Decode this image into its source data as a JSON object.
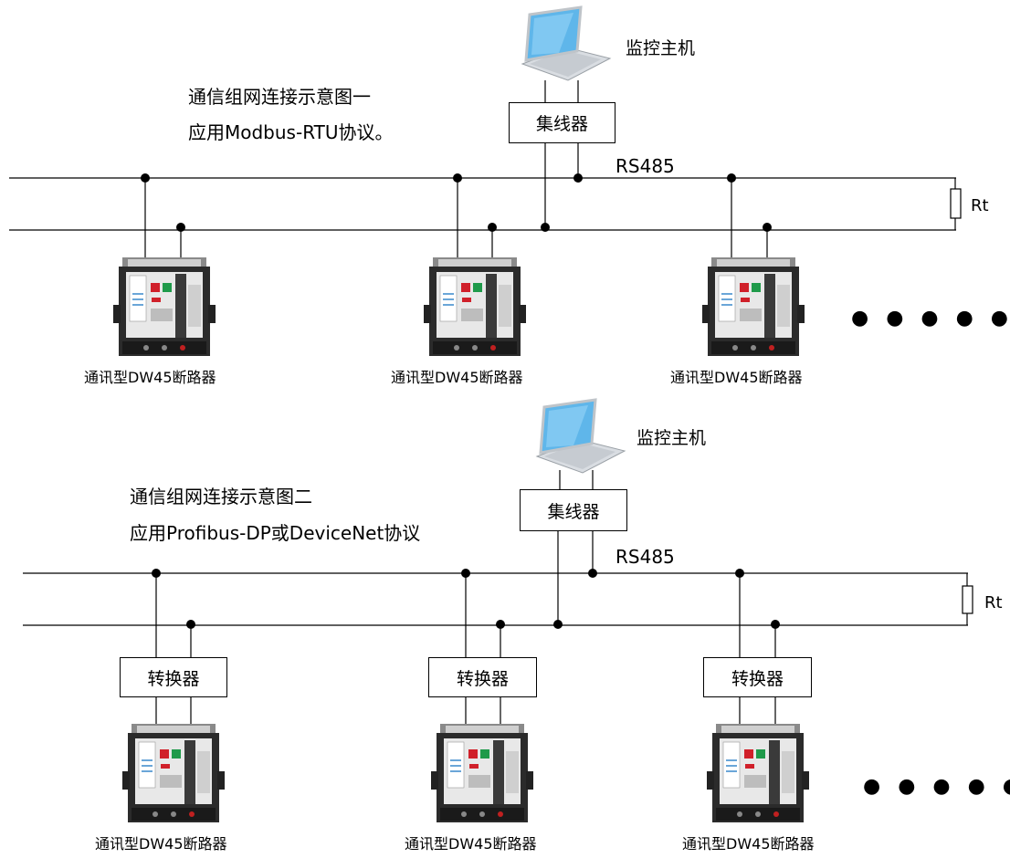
{
  "diagram1": {
    "caption_line1": "通信组网连接示意图一",
    "caption_line2": "应用Modbus-RTU协议。",
    "host_label": "监控主机",
    "hub_label": "集线器",
    "bus_label": "RS485",
    "terminator_label": "Rt",
    "breaker_labels": [
      "通讯型DW45断路器",
      "通讯型DW45断路器",
      "通讯型DW45断路器"
    ],
    "continuation": "● ● ● ● ● ●"
  },
  "diagram2": {
    "caption_line1": "通信组网连接示意图二",
    "caption_line2": "应用Profibus-DP或DeviceNet协议",
    "host_label": "监控主机",
    "hub_label": "集线器",
    "bus_label": "RS485",
    "terminator_label": "Rt",
    "converter_labels": [
      "转换器",
      "转换器",
      "转换器"
    ],
    "breaker_labels": [
      "通讯型DW45断路器",
      "通讯型DW45断路器",
      "通讯型DW45断路器"
    ],
    "continuation": "● ● ● ● ● ●"
  },
  "colors": {
    "line": "#000000",
    "laptop_screen": "#5fb6ea",
    "breaker_body": "#2b2b2b",
    "breaker_panel": "#e8e8e8",
    "button_red": "#d0202a",
    "button_green": "#1f9a4a"
  },
  "icons": [
    "laptop-icon",
    "circuit-breaker-icon",
    "resistor-icon",
    "junction-dot"
  ]
}
